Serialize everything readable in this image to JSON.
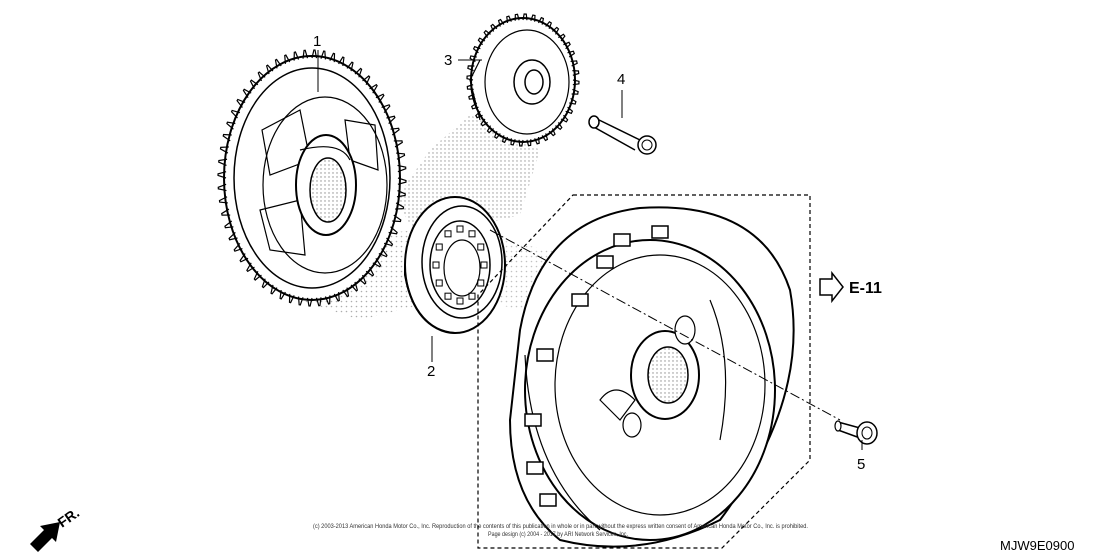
{
  "callouts": [
    {
      "id": "1",
      "label": "1"
    },
    {
      "id": "2",
      "label": "2"
    },
    {
      "id": "3",
      "label": "3"
    },
    {
      "id": "4",
      "label": "4"
    },
    {
      "id": "5",
      "label": "5"
    }
  ],
  "reference": {
    "label": "E-11"
  },
  "front_indicator": {
    "label": "FR."
  },
  "diagram_code": "MJW9E0900",
  "copyright": {
    "line1": "(c) 2003-2013 American Honda Motor Co., Inc. Reproduction of the contents of this publication in whole or in part without the express written consent of American Honda Motor Co., Inc. is prohibited.",
    "line2": "Page design (c) 2004 - 2017 by ARI Network Services, Inc."
  },
  "colors": {
    "line": "#000000",
    "background": "#ffffff",
    "stipple": "#9a9a9a"
  }
}
